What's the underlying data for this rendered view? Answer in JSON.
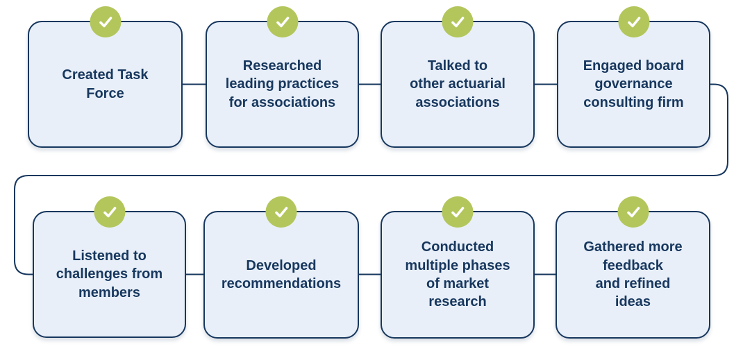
{
  "diagram": {
    "type": "process-flow",
    "rows": 2,
    "steps": [
      {
        "label": "Created Task\nForce",
        "status": "completed",
        "icon": "checkmark"
      },
      {
        "label": "Researched\nleading practices\nfor associations",
        "status": "completed",
        "icon": "checkmark"
      },
      {
        "label": "Talked to\nother actuarial\nassociations",
        "status": "completed",
        "icon": "checkmark"
      },
      {
        "label": "Engaged board\ngovernance\nconsulting firm",
        "status": "completed",
        "icon": "checkmark"
      },
      {
        "label": "Listened to\nchallenges from\nmembers",
        "status": "completed",
        "icon": "checkmark"
      },
      {
        "label": "Developed\nrecommendations",
        "status": "completed",
        "icon": "checkmark"
      },
      {
        "label": "Conducted\nmultiple phases\nof market\nresearch",
        "status": "completed",
        "icon": "checkmark"
      },
      {
        "label": "Gathered more\nfeedback\nand refined\nideas",
        "status": "completed",
        "icon": "checkmark"
      }
    ]
  },
  "colors": {
    "background": "#ffffff",
    "box_fill": "#e8eff8",
    "box_border": "#17375e",
    "text": "#17375e",
    "check_circle": "#b3c65c",
    "check_mark": "#ffffff"
  }
}
